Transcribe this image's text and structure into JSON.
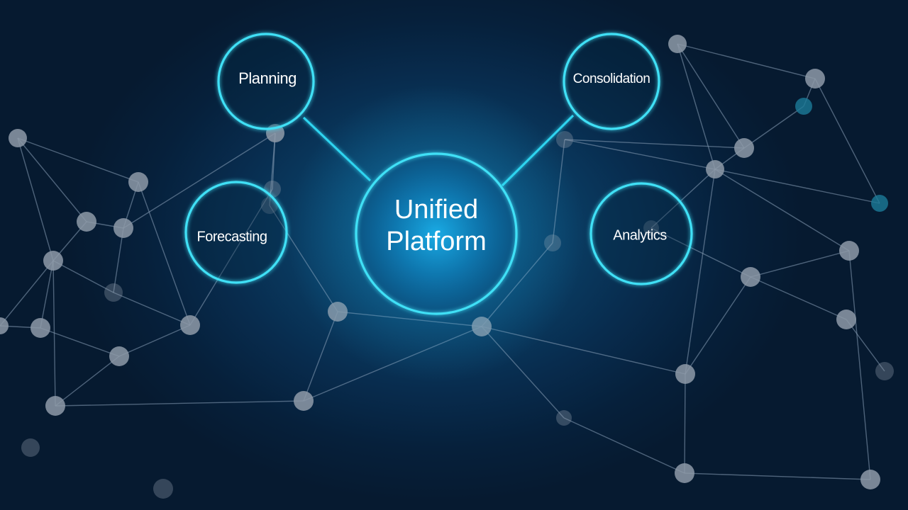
{
  "center": {
    "line1": "Unified",
    "line2": "Platform"
  },
  "satellites": {
    "planning": "Planning",
    "consolidation": "Consolidation",
    "forecasting": "Forecasting",
    "analytics": "Analytics"
  },
  "colors": {
    "ring": "#3fe0f6",
    "background": "#061a30",
    "network_node": "#8e9aa8",
    "center_glow": "#1aa6e0"
  }
}
